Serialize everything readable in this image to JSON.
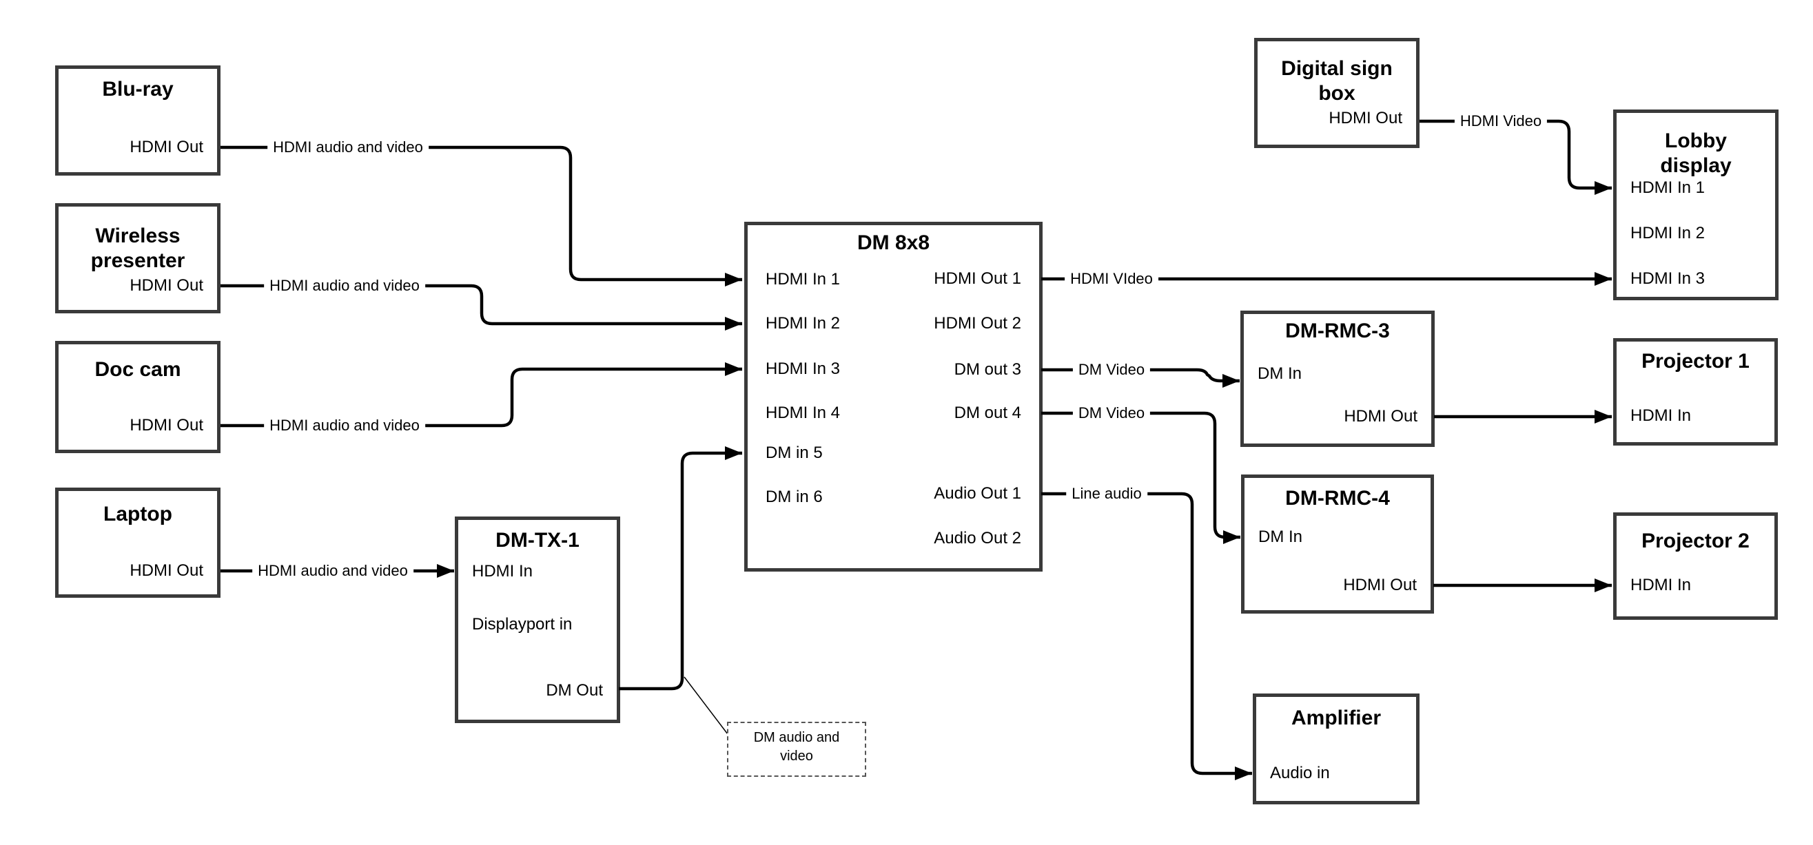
{
  "nodes": {
    "bluray": {
      "title": "Blu-ray",
      "ports": {
        "hdmi_out": "HDMI Out"
      }
    },
    "wireless": {
      "title": "Wireless presenter",
      "ports": {
        "hdmi_out": "HDMI Out"
      }
    },
    "doccam": {
      "title": "Doc cam",
      "ports": {
        "hdmi_out": "HDMI Out"
      }
    },
    "laptop": {
      "title": "Laptop",
      "ports": {
        "hdmi_out": "HDMI Out"
      }
    },
    "dmtx1": {
      "title": "DM-TX-1",
      "ports": {
        "hdmi_in": "HDMI In",
        "displayport_in": "Displayport in",
        "dm_out": "DM Out"
      }
    },
    "dm8x8": {
      "title": "DM 8x8",
      "left_ports": [
        "HDMI In 1",
        "HDMI In 2",
        "HDMI In 3",
        "HDMI In 4",
        "DM in 5",
        "DM in 6"
      ],
      "right_ports": [
        "HDMI Out 1",
        "HDMI Out 2",
        "DM out 3",
        "DM out 4",
        "Audio Out 1",
        "Audio Out 2"
      ]
    },
    "digital_sign": {
      "title": "Digital sign box",
      "ports": {
        "hdmi_out": "HDMI Out"
      }
    },
    "lobby": {
      "title": "Lobby display",
      "ports": [
        "HDMI In 1",
        "HDMI In 2",
        "HDMI In 3"
      ]
    },
    "dmrmc3": {
      "title": "DM-RMC-3",
      "ports": {
        "dm_in": "DM In",
        "hdmi_out": "HDMI Out"
      }
    },
    "proj1": {
      "title": "Projector 1",
      "ports": {
        "hdmi_in": "HDMI In"
      }
    },
    "dmrmc4": {
      "title": "DM-RMC-4",
      "ports": {
        "dm_in": "DM In",
        "hdmi_out": "HDMI Out"
      }
    },
    "proj2": {
      "title": "Projector 2",
      "ports": {
        "hdmi_in": "HDMI In"
      }
    },
    "amplifier": {
      "title": "Amplifier",
      "ports": {
        "audio_in": "Audio in"
      }
    }
  },
  "edge_labels": {
    "bluray_to_dm8x8": "HDMI audio and video",
    "wireless_to_dm8x8": "HDMI audio and video",
    "doccam_to_dm8x8": "HDMI audio and video",
    "laptop_to_dmtx1": "HDMI audio and video",
    "hdmi_out1_to_lobby": "HDMI VIdeo",
    "dm_out3_to_dmrmc3": "DM Video",
    "dm_out4_to_dmrmc4": "DM Video",
    "audio_out1_to_amplifier": "Line audio",
    "digital_sign_to_lobby": "HDMI Video"
  },
  "note": {
    "text": "DM audio and video"
  },
  "colors": {
    "wire": "#000000",
    "box_border": "#3a3a3a",
    "note_border": "#555555",
    "background": "#ffffff",
    "text": "#000000"
  }
}
